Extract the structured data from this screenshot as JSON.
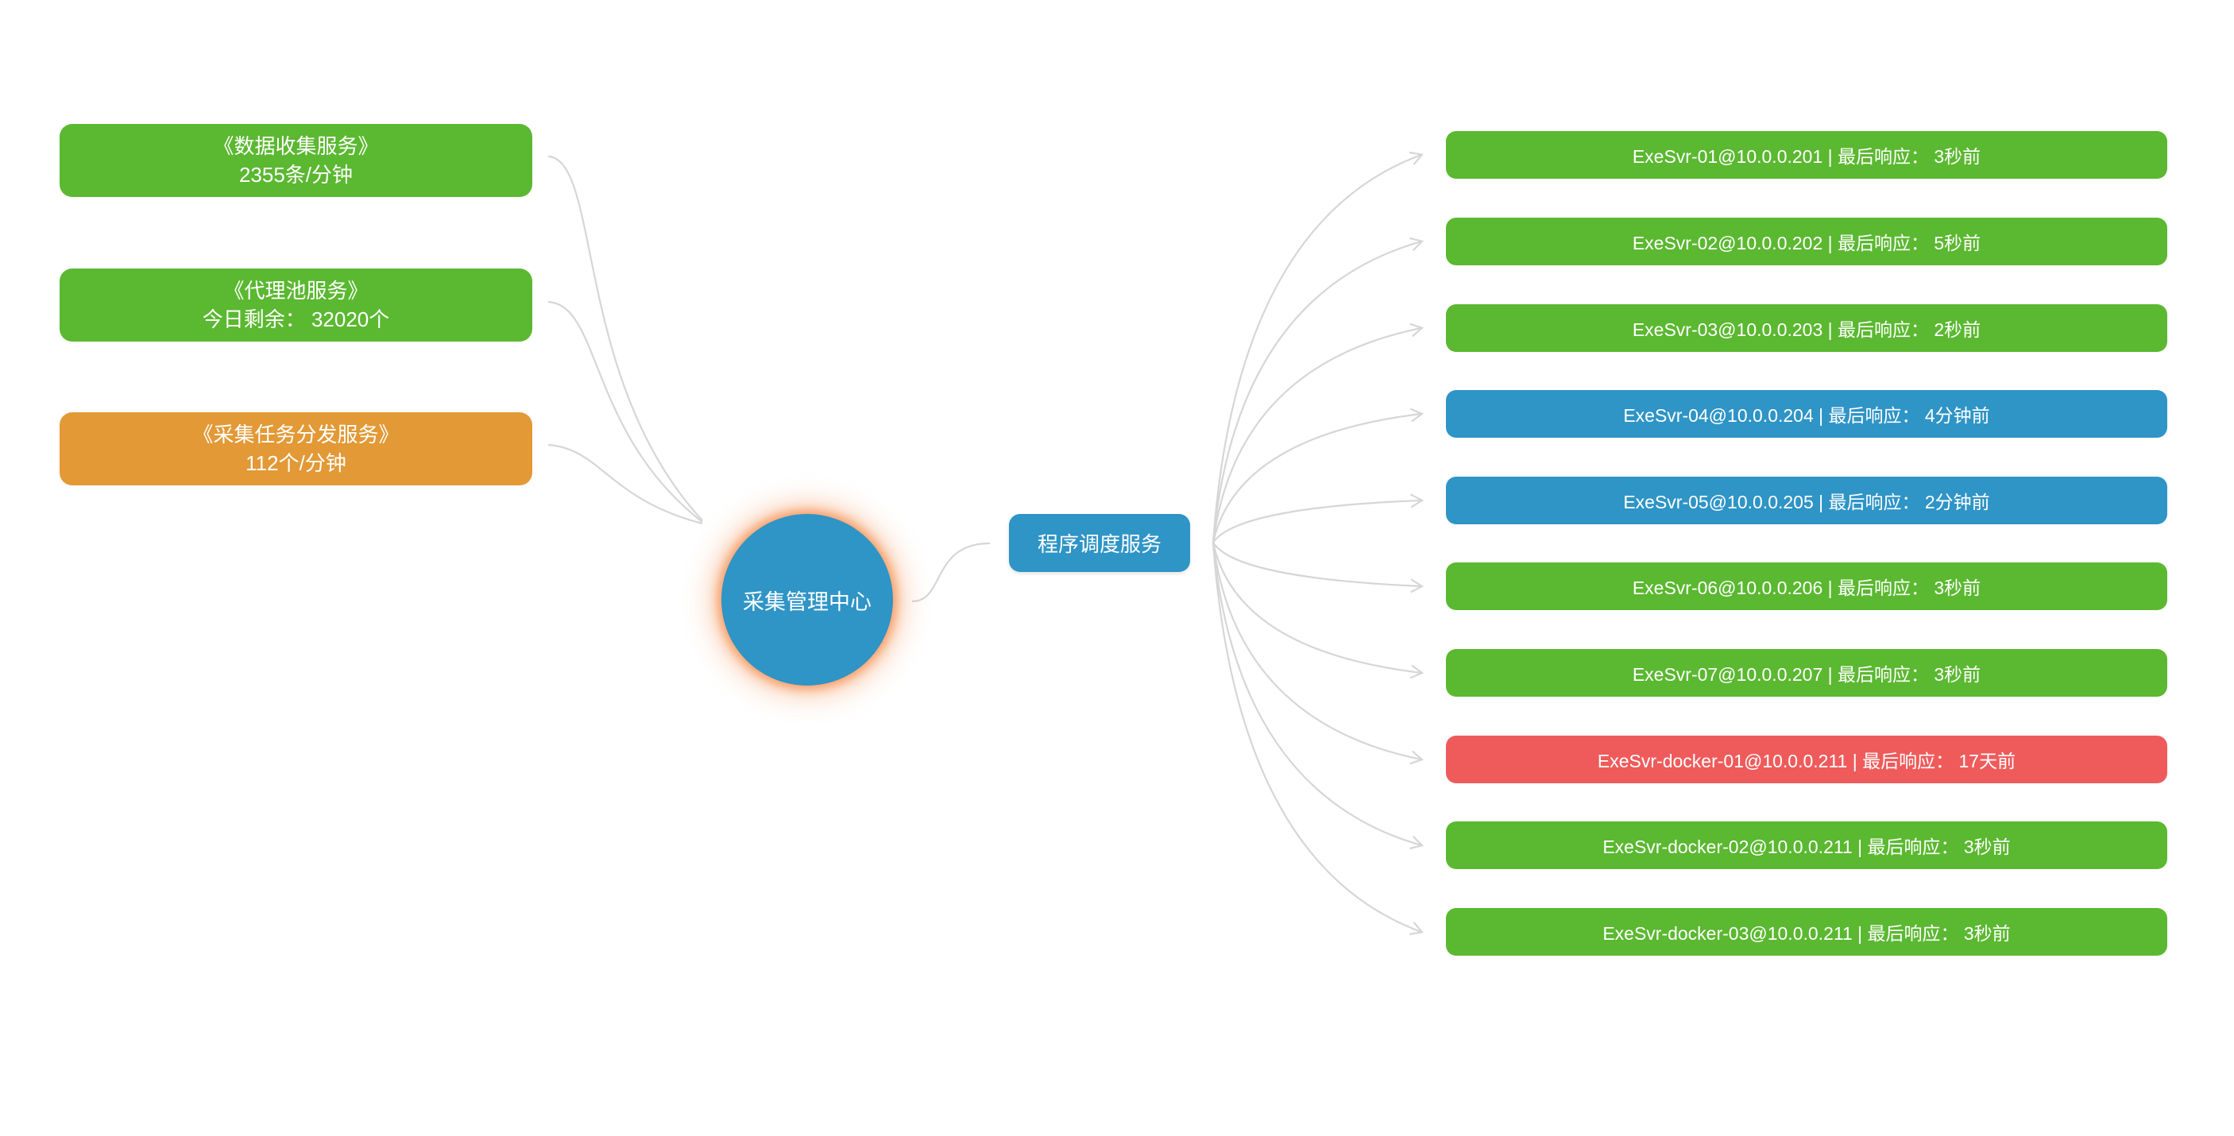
{
  "colors": {
    "ok": "#5BB831",
    "slow": "#2F94C6",
    "down": "#EF5B5B",
    "busy": "#E29936",
    "node_blue": "#2F94C6",
    "connector": "#D6D6D6",
    "text_white": "#FFFFFF",
    "center_glow": "#F6945E"
  },
  "diagram": {
    "center": {
      "label": "采集管理中心"
    },
    "scheduler": {
      "label": "程序调度服务"
    },
    "left_services": [
      {
        "title": "《数据收集服务》",
        "stat": "2355条/分钟",
        "status": "ok"
      },
      {
        "title": "《代理池服务》",
        "stat": "今日剩余： 32020个",
        "status": "ok"
      },
      {
        "title": "《采集任务分发服务》",
        "stat": "112个/分钟",
        "status": "busy"
      }
    ],
    "exec_servers": [
      {
        "label": "ExeSvr-01@10.0.0.201 | 最后响应： 3秒前",
        "status": "ok"
      },
      {
        "label": "ExeSvr-02@10.0.0.202 | 最后响应： 5秒前",
        "status": "ok"
      },
      {
        "label": "ExeSvr-03@10.0.0.203 | 最后响应： 2秒前",
        "status": "ok"
      },
      {
        "label": "ExeSvr-04@10.0.0.204 | 最后响应： 4分钟前",
        "status": "slow"
      },
      {
        "label": "ExeSvr-05@10.0.0.205 | 最后响应： 2分钟前",
        "status": "slow"
      },
      {
        "label": "ExeSvr-06@10.0.0.206 | 最后响应： 3秒前",
        "status": "ok"
      },
      {
        "label": "ExeSvr-07@10.0.0.207 | 最后响应： 3秒前",
        "status": "ok"
      },
      {
        "label": "ExeSvr-docker-01@10.0.0.211 | 最后响应： 17天前",
        "status": "down"
      },
      {
        "label": "ExeSvr-docker-02@10.0.0.211 | 最后响应： 3秒前",
        "status": "ok"
      },
      {
        "label": "ExeSvr-docker-03@10.0.0.211 | 最后响应： 3秒前",
        "status": "ok"
      }
    ]
  }
}
